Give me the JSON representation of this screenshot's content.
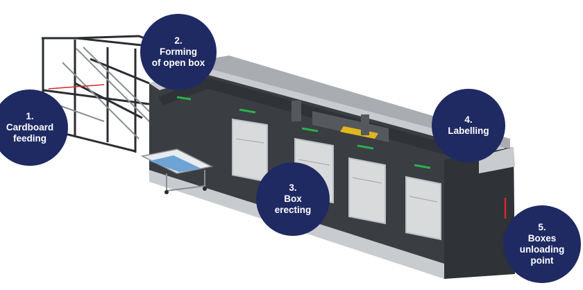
{
  "colors": {
    "badge": "#1f2a63",
    "machine_dark": "#3a3d42",
    "machine_frame": "#c9cccf",
    "accent_green": "#2bb04a",
    "accent_yellow": "#e0b81c",
    "conveyor_blue": "#6ea3d6"
  },
  "steps": [
    {
      "number": "1.",
      "lines": [
        "Cardboard",
        "feeding"
      ]
    },
    {
      "number": "2.",
      "lines": [
        "Forming",
        "of open box"
      ]
    },
    {
      "number": "3.",
      "lines": [
        "Box",
        "erecting"
      ]
    },
    {
      "number": "4.",
      "lines": [
        "Labelling"
      ]
    },
    {
      "number": "5.",
      "lines": [
        "Boxes",
        "unloading",
        "point"
      ]
    }
  ]
}
